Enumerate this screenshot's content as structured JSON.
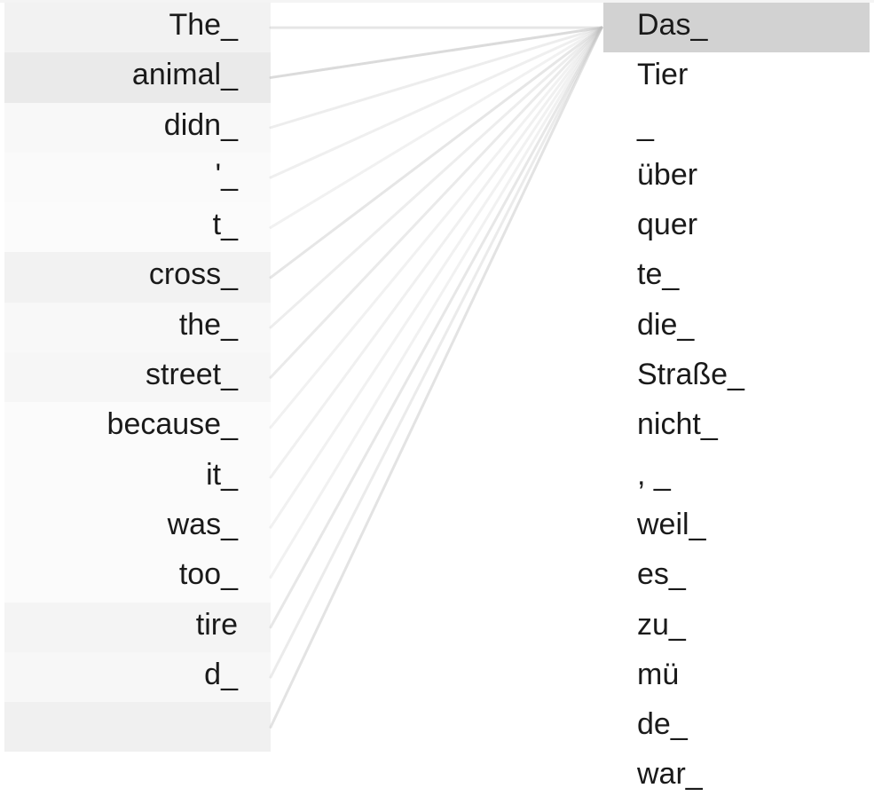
{
  "source_tokens": [
    {
      "text": "The_",
      "weight": 0.42
    },
    {
      "text": "animal_",
      "weight": 0.7
    },
    {
      "text": "didn_",
      "weight": 0.22
    },
    {
      "text": "'_",
      "weight": 0.16
    },
    {
      "text": "t_",
      "weight": 0.12
    },
    {
      "text": "cross_",
      "weight": 0.42
    },
    {
      "text": "the_",
      "weight": 0.22
    },
    {
      "text": "street_",
      "weight": 0.3
    },
    {
      "text": "because_",
      "weight": 0.12
    },
    {
      "text": "it_",
      "weight": 0.14
    },
    {
      "text": "was_",
      "weight": 0.12
    },
    {
      "text": "too_",
      "weight": 0.12
    },
    {
      "text": "tire",
      "weight": 0.38
    },
    {
      "text": "d_",
      "weight": 0.28
    },
    {
      "text": "",
      "weight": 0.5
    }
  ],
  "target_tokens": [
    {
      "text": "Das_",
      "selected": true
    },
    {
      "text": "Tier",
      "selected": false
    },
    {
      "text": "_",
      "selected": false
    },
    {
      "text": "über",
      "selected": false
    },
    {
      "text": "quer",
      "selected": false
    },
    {
      "text": "te_",
      "selected": false
    },
    {
      "text": "die_",
      "selected": false
    },
    {
      "text": "Straße_",
      "selected": false
    },
    {
      "text": "nicht_",
      "selected": false
    },
    {
      "text": ", _",
      "selected": false
    },
    {
      "text": "weil_",
      "selected": false
    },
    {
      "text": "es_",
      "selected": false
    },
    {
      "text": "zu_",
      "selected": false
    },
    {
      "text": "mü",
      "selected": false
    },
    {
      "text": "de_",
      "selected": false
    },
    {
      "text": "war_",
      "selected": false
    }
  ],
  "colors": {
    "source_highlight": "#c8c8c8",
    "selected_target": "#d2d2d2",
    "link": "#c0c0c0",
    "text": "#1a1a1a"
  }
}
